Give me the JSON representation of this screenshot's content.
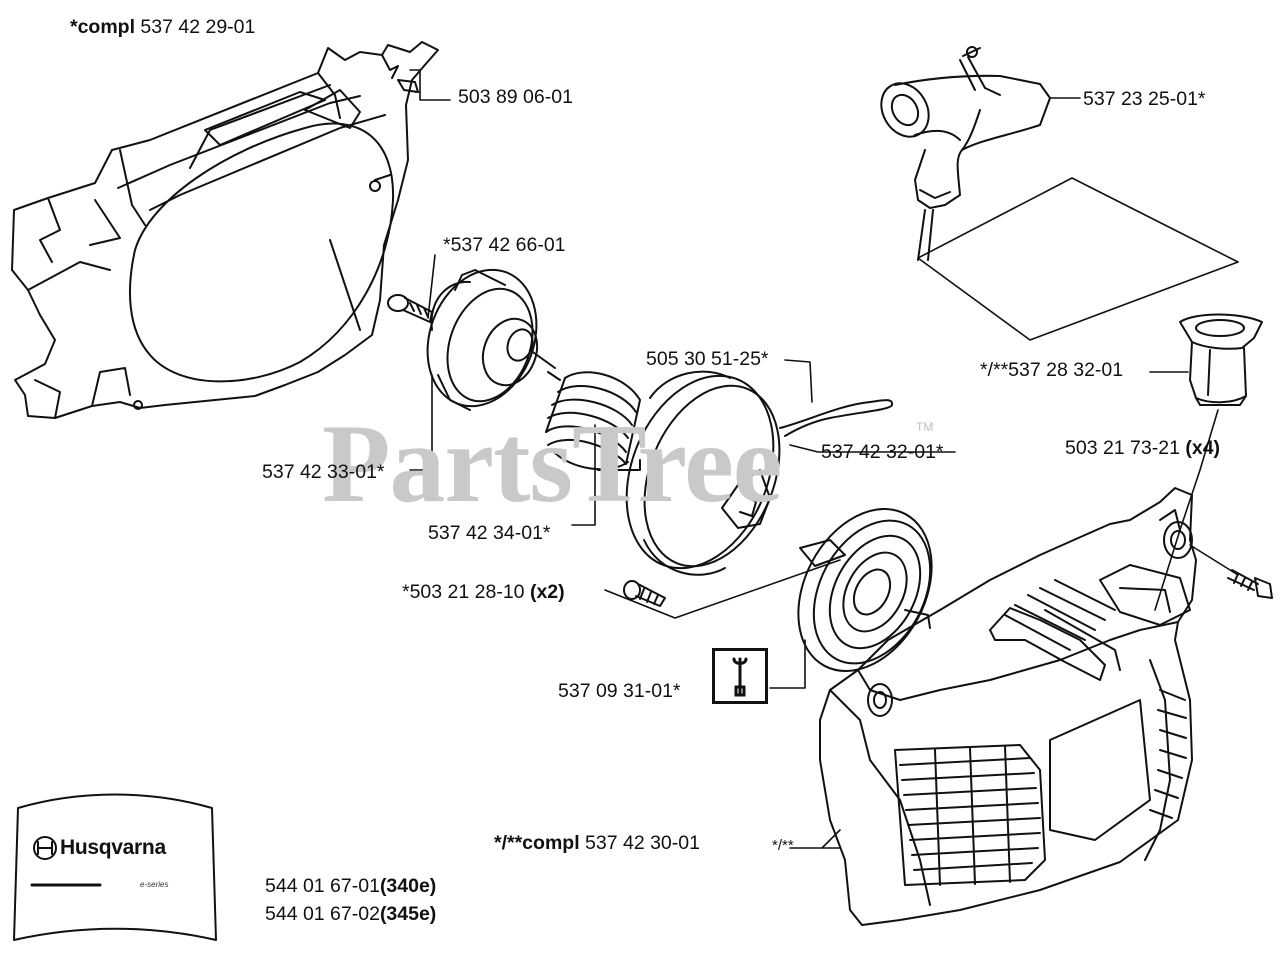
{
  "watermark": {
    "text": "PartsTree",
    "trademark": "TM"
  },
  "brand": {
    "name": "Husqvarna",
    "series": "e-series"
  },
  "callouts": {
    "compl_cover": {
      "prefix": "*compl",
      "num": " 537 42 29-01"
    },
    "p_503890601": "503 89 06-01",
    "p_537232501": "537 23 25-01*",
    "p_537426601": "*537 42 66-01",
    "p_505305125": "505 30 51-25*",
    "p_537283201": "*/**537 28 32-01",
    "p_503217321": {
      "num": "503 21 73-21 ",
      "qty": "(x4)"
    },
    "p_537423301": "537 42 33-01*",
    "p_537423201": "537 42 32-01*",
    "p_537423401": "537 42 34-01*",
    "p_503212810": {
      "num": "*503 21 28-10 ",
      "qty": "(x2)"
    },
    "p_537093101": "537 09 31-01*",
    "compl_starter": {
      "prefix": "*/**compl",
      "num": " 537 42 30-01"
    },
    "p_starter_mark": "*/**",
    "decal_340": {
      "num": "544 01 67-01",
      "model": "(340e)"
    },
    "decal_345": {
      "num": "544 01 67-02",
      "model": "(345e)"
    }
  }
}
